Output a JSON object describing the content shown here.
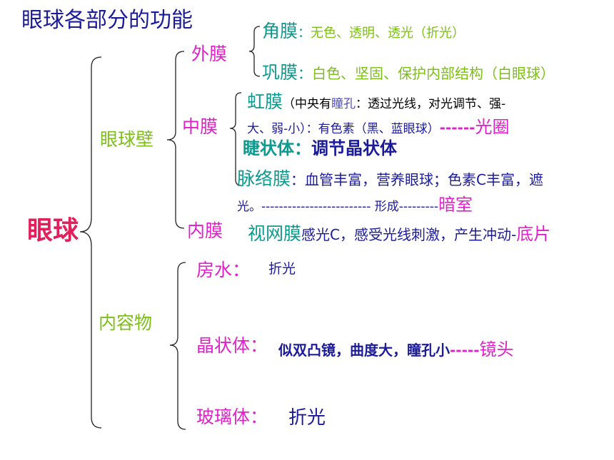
{
  "title": "眼球各部分的功能",
  "root": "眼球",
  "wall": {
    "label": "眼球壁",
    "outer": {
      "label": "外膜",
      "cornea": {
        "name": "角膜",
        "colon": "：",
        "desc": "无色、透明、透光（折光）"
      },
      "sclera": {
        "name": "巩膜",
        "colon": "：",
        "desc": "白色、坚固、保护内部结构（白眼球）"
      }
    },
    "middle": {
      "label": "中膜",
      "iris": {
        "name": "虹膜",
        "open": "（中央有",
        "pupil": "瞳孔",
        "desc1": "：透过光线，对光调节、强-",
        "desc2": "大、弱-小）：有色素（黑、蓝眼球）",
        "dash": "------",
        "analogy": "光圈"
      },
      "ciliary": {
        "name": "睫状体",
        "colon": "：",
        "desc": "调节晶状体"
      },
      "choroid": {
        "name": "脉络膜",
        "desc1": "：血管丰富，营养眼球；色素C丰富，遮",
        "desc2": "光。-------------------------   形成---------",
        "analogy": "暗室"
      }
    },
    "inner": {
      "label": "内膜",
      "retina": {
        "name": "视网膜",
        "desc": "感光C，感受光线刺激，产生冲动-",
        "analogy": "底片"
      }
    }
  },
  "contents": {
    "label": "内容物",
    "aqueous": {
      "name": "房水",
      "colon": "：",
      "desc": "折光"
    },
    "lens": {
      "name": "晶状体",
      "colon": "：",
      "desc": "似双凸镜，曲度大，瞳孔小",
      "dash": "-----",
      "analogy": "镜头"
    },
    "vitreous": {
      "name": "玻璃体",
      "colon": "：",
      "desc": "折光"
    }
  },
  "colors": {
    "magenta": "#e020c8",
    "green": "#7cc016",
    "teal": "#0c9a8e",
    "navy": "#1b1b9a",
    "red": "#e0205a",
    "violet": "#5050c0",
    "black": "#000000"
  }
}
